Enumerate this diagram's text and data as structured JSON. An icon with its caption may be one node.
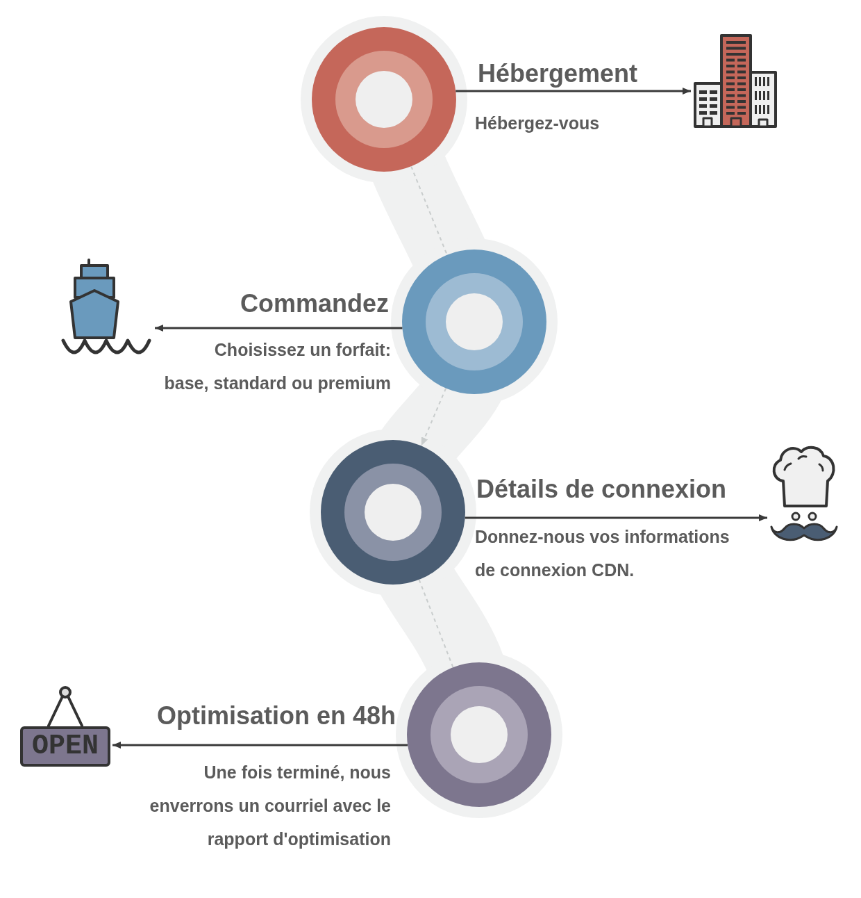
{
  "diagram": {
    "nodes": [
      {
        "text": [],
        "shape": "circle",
        "beside": [
          "Hébergement",
          "Hébergez-vous"
        ]
      },
      {
        "text": [],
        "shape": "picture"
      },
      {
        "text": [],
        "shape": "picture"
      },
      {
        "text": [],
        "shape": "circle",
        "beside": [
          "Commandez",
          "Choisissez un forfait: base, standard ou premium"
        ]
      },
      {
        "text": [],
        "shape": "circle",
        "beside": [
          "Détails de connexion",
          "Donnez-nous vos informations de connexion CDN."
        ]
      },
      {
        "text": [],
        "shape": "picture"
      },
      {
        "text": [
          "OPEN"
        ]
      },
      {
        "text": [],
        "shape": "circle",
        "beside": [
          "Optimisation en 48h",
          "Une fois terminé, nous enverrons un courriel avec le rapport d'optimisation"
        ]
      }
    ],
    "edges": [
      {
        "from": 0,
        "to": 1,
        "arrow": "to"
      },
      {
        "from": 3,
        "to": 2,
        "arrow": "to"
      },
      {
        "from": 4,
        "to": 5,
        "arrow": "to"
      },
      {
        "from": 7,
        "to": 6,
        "arrow": "to"
      },
      {
        "from": 0,
        "to": 3,
        "arrow": "none",
        "style": "dashed",
        "color": "#c9cdcd"
      },
      {
        "from": 3,
        "to": 4,
        "arrow": "to",
        "style": "dashed",
        "color": "#c9cdcd"
      },
      {
        "from": 4,
        "to": 7,
        "arrow": "none",
        "style": "dashed",
        "color": "#c9cdcd"
      }
    ]
  }
}
